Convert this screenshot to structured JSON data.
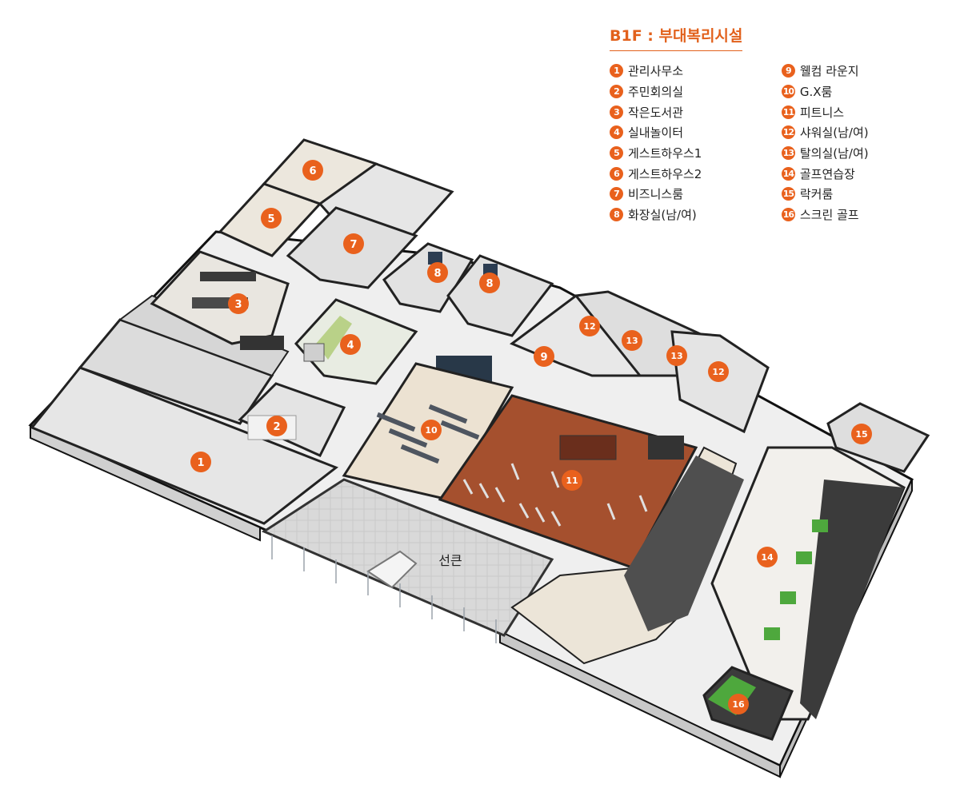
{
  "legend": {
    "title": "B1F : 부대복리시설",
    "accent_color": "#e9611d",
    "items": [
      {
        "num": "1",
        "label": "관리사무소"
      },
      {
        "num": "2",
        "label": "주민회의실"
      },
      {
        "num": "3",
        "label": "작은도서관"
      },
      {
        "num": "4",
        "label": "실내놀이터"
      },
      {
        "num": "5",
        "label": "게스트하우스1"
      },
      {
        "num": "6",
        "label": "게스트하우스2"
      },
      {
        "num": "7",
        "label": "비즈니스룸"
      },
      {
        "num": "8",
        "label": "화장실(남/여)"
      },
      {
        "num": "9",
        "label": "웰컴 라운지"
      },
      {
        "num": "10",
        "label": "G.X룸"
      },
      {
        "num": "11",
        "label": "피트니스"
      },
      {
        "num": "12",
        "label": "샤워실(남/여)"
      },
      {
        "num": "13",
        "label": "탈의실(남/여)"
      },
      {
        "num": "14",
        "label": "골프연습장"
      },
      {
        "num": "15",
        "label": "락커룸"
      },
      {
        "num": "16",
        "label": "스크린 골프"
      }
    ]
  },
  "plan": {
    "markers": [
      "1",
      "2",
      "3",
      "4",
      "5",
      "6",
      "7",
      "8",
      "8",
      "9",
      "10",
      "11",
      "12",
      "13",
      "13",
      "12",
      "14",
      "15",
      "16"
    ],
    "sunken_label": "선큰"
  }
}
